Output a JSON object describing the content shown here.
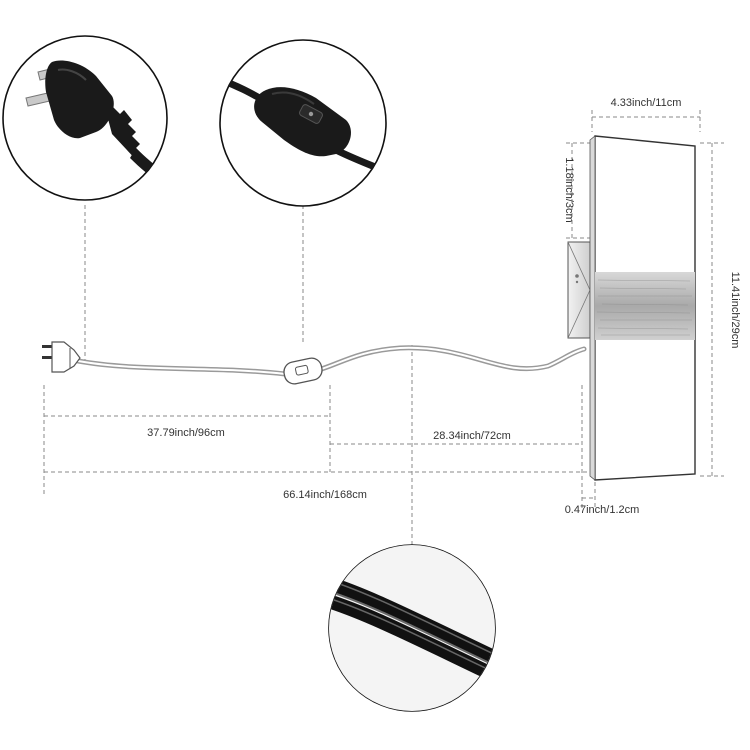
{
  "dimensions": {
    "width_lamp": "4.33inch/11cm",
    "height_lamp": "11.41inch/29cm",
    "bracket_height": "1.18inch/3cm",
    "depth": "0.47inch/1.2cm",
    "cord_plug_to_switch": "37.79inch/96cm",
    "cord_switch_to_lamp": "28.34inch/72cm",
    "cord_total": "66.14inch/168cm"
  },
  "colors": {
    "line": "#8a8a8a",
    "cord": "#9a9a9a",
    "plug": "#1a1a1a",
    "lamp_panel": "#ffffff",
    "lamp_band": "#bdbdbd"
  },
  "icons": {
    "plug_detail": "us-plug-icon",
    "switch_detail": "inline-switch-icon",
    "cord_detail": "twin-cable-icon"
  }
}
